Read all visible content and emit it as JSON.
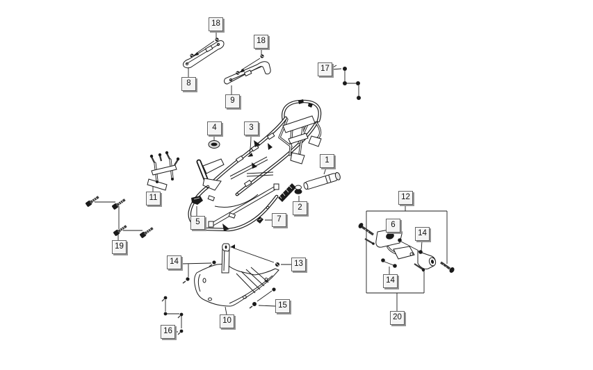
{
  "diagram": {
    "colors": {
      "background": "#ffffff",
      "line": "#1a1a1a",
      "callout_fill": "#f4f4f4",
      "callout_border": "#606060",
      "callout_shadow": "#949494",
      "callout_text": "#111111"
    },
    "callouts": [
      {
        "part": "18"
      },
      {
        "part": "18"
      },
      {
        "part": "17"
      },
      {
        "part": "8"
      },
      {
        "part": "9"
      },
      {
        "part": "4"
      },
      {
        "part": "3"
      },
      {
        "part": "1"
      },
      {
        "part": "2"
      },
      {
        "part": "11"
      },
      {
        "part": "5"
      },
      {
        "part": "7"
      },
      {
        "part": "12"
      },
      {
        "part": "6"
      },
      {
        "part": "14"
      },
      {
        "part": "19"
      },
      {
        "part": "14"
      },
      {
        "part": "13"
      },
      {
        "part": "14"
      },
      {
        "part": "15"
      },
      {
        "part": "10"
      },
      {
        "part": "16"
      },
      {
        "part": "20"
      }
    ]
  }
}
